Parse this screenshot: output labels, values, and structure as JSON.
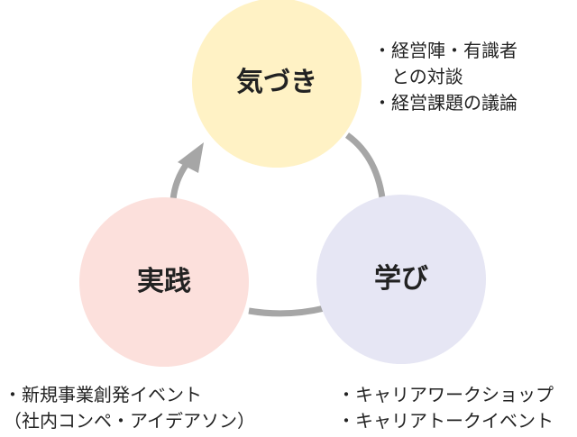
{
  "colors": {
    "circle_top": "#FFF2C5",
    "circle_left": "#FCE0DC",
    "circle_right": "#E6E6F4",
    "arrow": "#A6A6A6"
  },
  "nodes": {
    "top": {
      "label": "気づき"
    },
    "left": {
      "label": "実践"
    },
    "right": {
      "label": "学び"
    }
  },
  "notes": {
    "top": [
      "・経営陣・有識者",
      "　との対談",
      "・経営課題の議論"
    ],
    "left": [
      "・新規事業創発イベント",
      "（社内コンペ・アイデアソン）"
    ],
    "right": [
      "・キャリアワークショップ",
      "・キャリアトークイベント"
    ]
  }
}
